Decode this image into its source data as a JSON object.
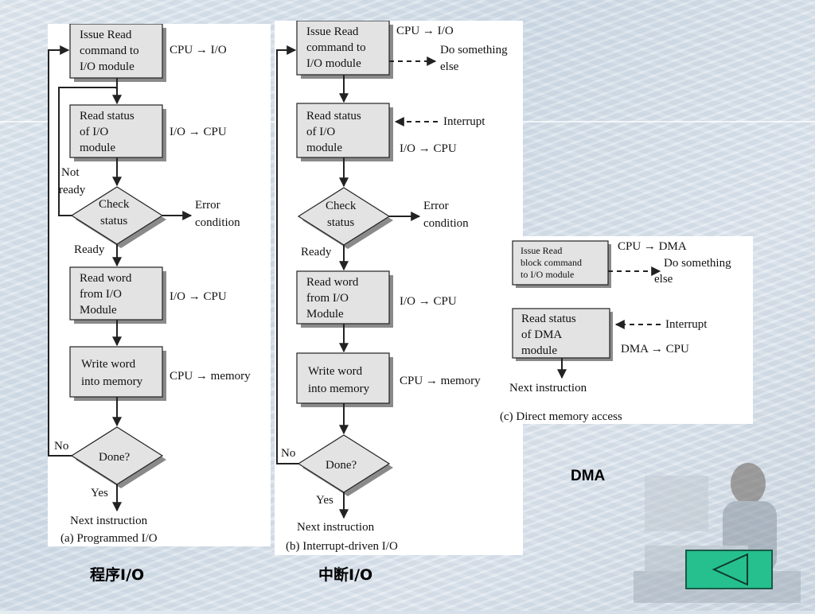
{
  "panel_a": {
    "box_issue": [
      "Issue Read",
      "command to",
      "I/O module"
    ],
    "label_cpu_io": "CPU → I/O",
    "box_status": [
      "Read status",
      "of I/O",
      "module"
    ],
    "label_io_cpu_1": "I/O → CPU",
    "not_ready": [
      "Not",
      "ready"
    ],
    "check": [
      "Check",
      "status"
    ],
    "error": [
      "Error",
      "condition"
    ],
    "ready": "Ready",
    "box_read_word": [
      "Read word",
      "from I/O",
      "Module"
    ],
    "label_io_cpu_2": "I/O → CPU",
    "box_write_word": [
      "Write word",
      "into memory"
    ],
    "label_cpu_mem": "CPU → memory",
    "no": "No",
    "done": "Done?",
    "yes": "Yes",
    "next": "Next instruction",
    "caption": "(a) Programmed I/O"
  },
  "panel_b": {
    "box_issue": [
      "Issue Read",
      "command to",
      "I/O module"
    ],
    "label_cpu_io": "CPU → I/O",
    "do_something": [
      "Do something",
      "else"
    ],
    "box_status": [
      "Read status",
      "of I/O",
      "module"
    ],
    "interrupt": "Interrupt",
    "label_io_cpu_1": "I/O → CPU",
    "check": [
      "Check",
      "status"
    ],
    "error": [
      "Error",
      "condition"
    ],
    "ready": "Ready",
    "box_read_word": [
      "Read word",
      "from I/O",
      "Module"
    ],
    "label_io_cpu_2": "I/O → CPU",
    "box_write_word": [
      "Write word",
      "into memory"
    ],
    "label_cpu_mem": "CPU → memory",
    "no": "No",
    "done": "Done?",
    "yes": "Yes",
    "next": "Next instruction",
    "caption": "(b) Interrupt-driven I/O"
  },
  "panel_c": {
    "box_issue": [
      "Issue Read",
      "block command",
      "to I/O module"
    ],
    "label_cpu_dma": "CPU → DMA",
    "do_something": [
      "Do something",
      "else"
    ],
    "box_status": [
      "Read status",
      "of DMA",
      "module"
    ],
    "interrupt": "Interrupt",
    "label_dma_cpu": "DMA → CPU",
    "next": "Next instruction",
    "caption": "(c) Direct memory access"
  },
  "captions": {
    "programmed": "程序I/O",
    "interrupt": "中断I/O",
    "dma": "DMA"
  },
  "nav": {
    "back_icon": "left-triangle-icon",
    "button_color": "#25c08d"
  }
}
